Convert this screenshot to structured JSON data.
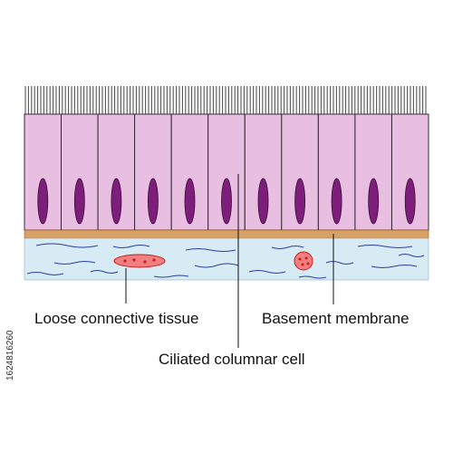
{
  "labels": {
    "loose_connective_tissue": "Loose connective tissue",
    "basement_membrane": "Basement membrane",
    "ciliated_columnar_cell": "Ciliated columnar cell"
  },
  "stock_id": "1624816260",
  "colors": {
    "cell_fill": "#e8bfe0",
    "cell_stroke": "#3a2a3a",
    "nucleus": "#7d1f7a",
    "basement_membrane": "#d9a163",
    "connective_tissue": "#d6ebf4",
    "fibers": "#2c3f9e",
    "red_cell": "#f08080",
    "red_cell_stroke": "#d01818",
    "cilia": "#555555"
  },
  "cells": {
    "count": 11
  }
}
